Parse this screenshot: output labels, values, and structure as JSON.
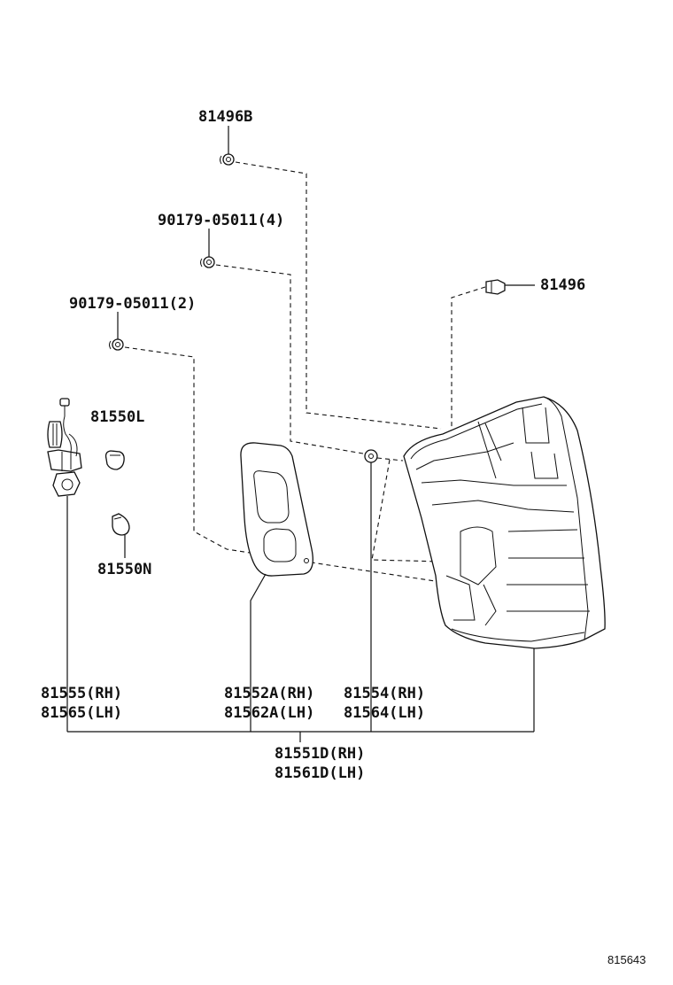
{
  "labels": {
    "clip_top": "81496B",
    "screw_4": "90179-05011(4)",
    "screw_2": "90179-05011(2)",
    "clip_right": "81496",
    "bulb_l": "81550L",
    "bulb_n": "81550N",
    "socket_rh": "81555(RH)",
    "socket_lh": "81565(LH)",
    "gasket_rh": "81552A(RH)",
    "gasket_lh": "81562A(LH)",
    "nut_rh": "81554(RH)",
    "nut_lh": "81564(LH)",
    "assy_rh": "81551D(RH)",
    "assy_lh": "81561D(LH)"
  },
  "figure_ref": "815643"
}
